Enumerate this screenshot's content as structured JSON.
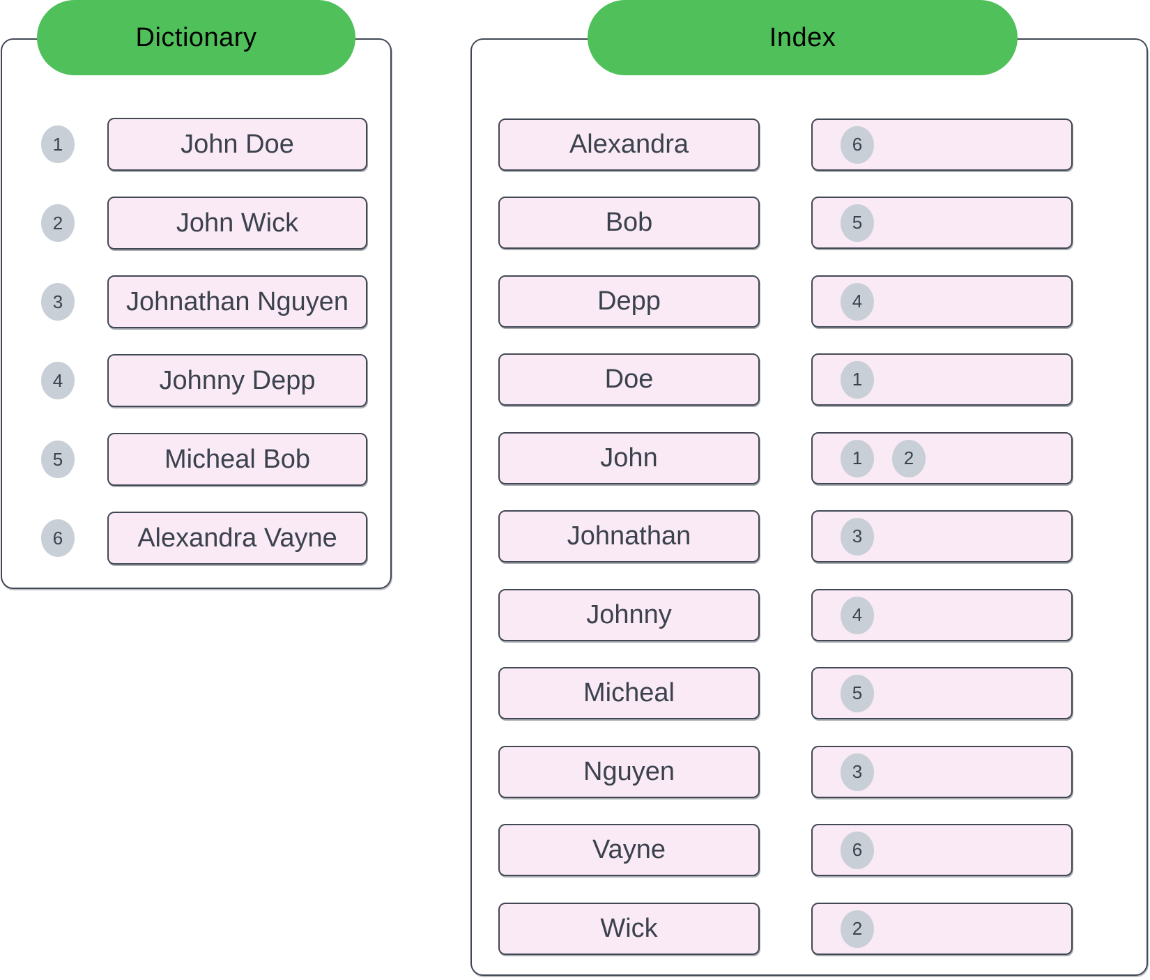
{
  "colors": {
    "header_green": "#4FC05A",
    "box_pink": "#FAEAF5",
    "badge_gray": "#C8CFD7",
    "border_dark": "#414854",
    "text_dark": "#3B424E"
  },
  "dictionary": {
    "title": "Dictionary",
    "entries": [
      {
        "id": "1",
        "name": "John Doe"
      },
      {
        "id": "2",
        "name": "John Wick"
      },
      {
        "id": "3",
        "name": "Johnathan Nguyen"
      },
      {
        "id": "4",
        "name": "Johnny Depp"
      },
      {
        "id": "5",
        "name": "Micheal Bob"
      },
      {
        "id": "6",
        "name": "Alexandra Vayne"
      }
    ]
  },
  "index": {
    "title": "Index",
    "entries": [
      {
        "term": "Alexandra",
        "refs": [
          "6"
        ]
      },
      {
        "term": "Bob",
        "refs": [
          "5"
        ]
      },
      {
        "term": "Depp",
        "refs": [
          "4"
        ]
      },
      {
        "term": "Doe",
        "refs": [
          "1"
        ]
      },
      {
        "term": "John",
        "refs": [
          "1",
          "2"
        ]
      },
      {
        "term": "Johnathan",
        "refs": [
          "3"
        ]
      },
      {
        "term": "Johnny",
        "refs": [
          "4"
        ]
      },
      {
        "term": "Micheal",
        "refs": [
          "5"
        ]
      },
      {
        "term": "Nguyen",
        "refs": [
          "3"
        ]
      },
      {
        "term": "Vayne",
        "refs": [
          "6"
        ]
      },
      {
        "term": "Wick",
        "refs": [
          "2"
        ]
      }
    ]
  }
}
